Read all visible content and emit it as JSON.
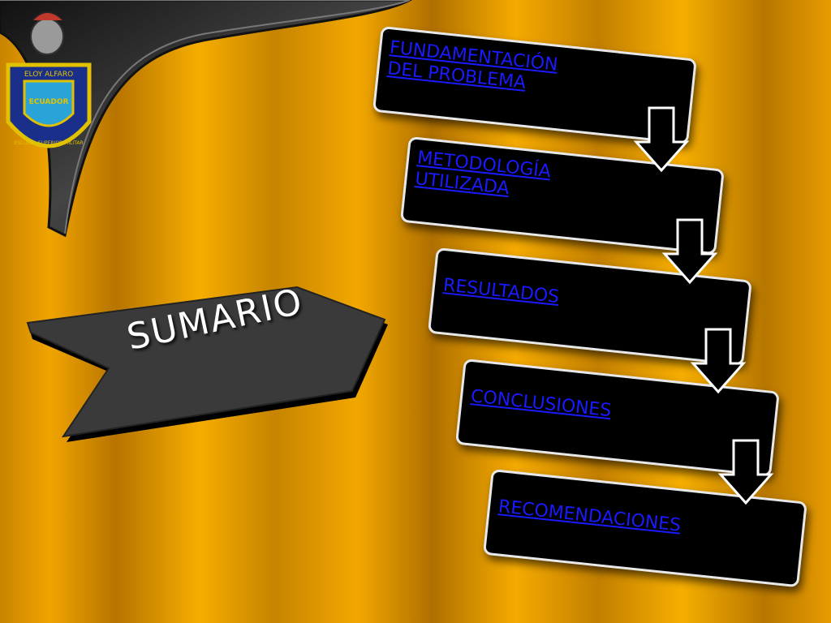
{
  "emblem": {
    "top_text": "ELOY ALFARO",
    "ring_text": "ESCUELA SUPERIOR MILITAR",
    "center_text": "ECUADOR"
  },
  "title": "SUMARIO",
  "menu": {
    "items": [
      {
        "label": "FUNDAMENTACIÓN\nDEL PROBLEMA"
      },
      {
        "label": "METODOLOGÍA\nUTILIZADA"
      },
      {
        "label": "RESULTADOS"
      },
      {
        "label": "CONCLUSIONES"
      },
      {
        "label": "RECOMENDACIONES"
      }
    ]
  },
  "colors": {
    "background": "#f0a400",
    "card": "#000000",
    "card_border": "#e8e8e8",
    "link": "#1a1aff",
    "banner": "#3a3a3a"
  }
}
